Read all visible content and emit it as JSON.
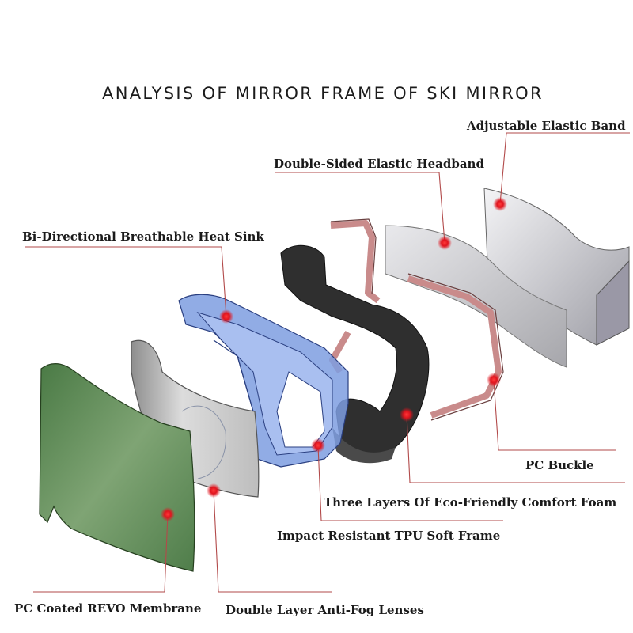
{
  "title": "ANALYSIS OF MIRROR FRAME OF SKI MIRROR",
  "labels": {
    "adjustable_band": "Adjustable Elastic Band",
    "headband": "Double-Sided Elastic Headband",
    "heat_sink": "Bi-Directional Breathable Heat Sink",
    "pc_buckle": "PC Buckle",
    "comfort_foam": "Three Layers Of Eco-Friendly Comfort Foam",
    "tpu_frame": "Impact Resistant TPU Soft Frame",
    "revo_membrane": "PC Coated REVO Membrane",
    "antifog_lenses": "Double Layer Anti-Fog Lenses"
  },
  "colors": {
    "leader_line": "#b24a4a",
    "marker": "#e0141e",
    "lens_green": "#5f8d58",
    "tpu_frame_blue": "#6f8fd6",
    "foam_dark": "#333333",
    "buckle_pink": "#c98b8b",
    "band_grey": "#c8c8cc"
  }
}
